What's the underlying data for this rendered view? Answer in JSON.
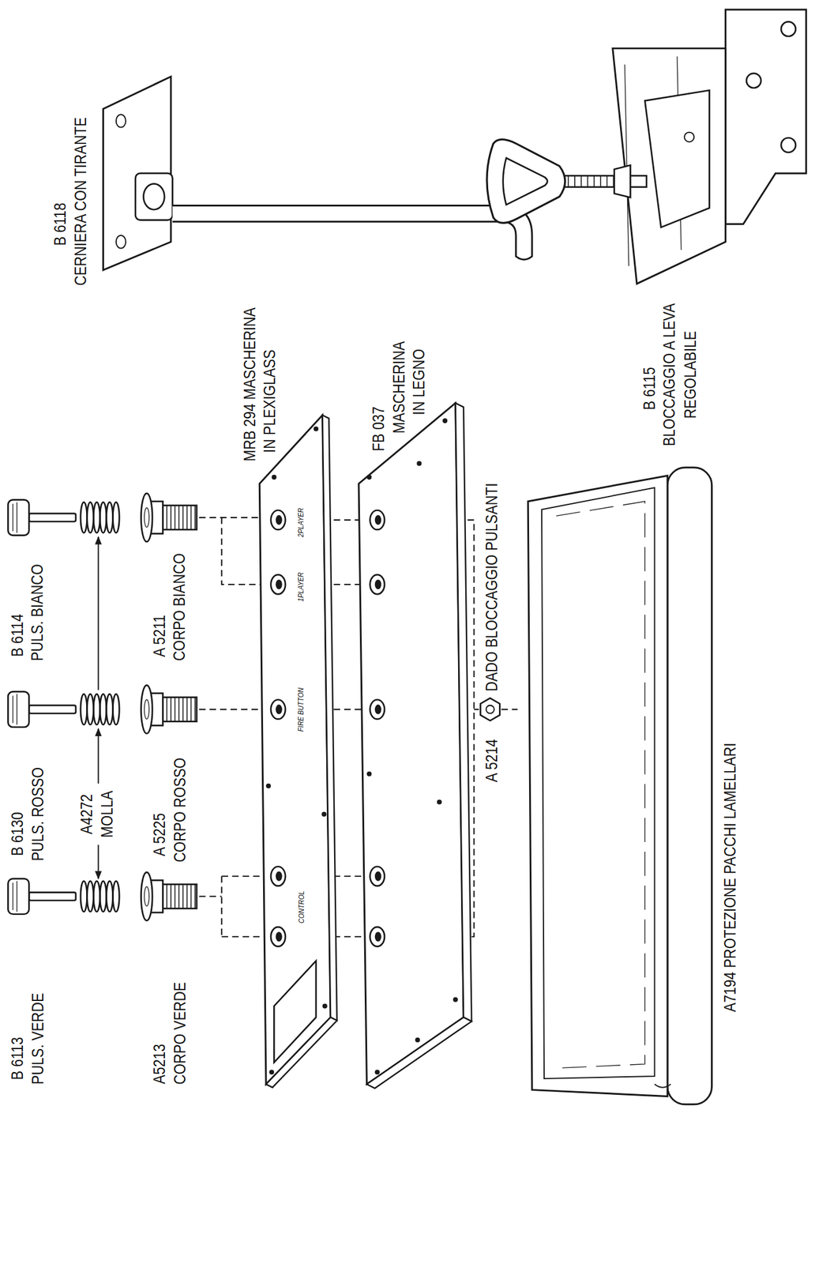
{
  "diagram": {
    "labels": [
      "B 6113",
      "PULS. VERDE",
      "A5213",
      "CORPO VERDE",
      "A4272",
      "MOLLA",
      "B 6130",
      "PULS. ROSSO",
      "A 5225",
      "CORPO ROSSO",
      "B 6114",
      "PULS. BIANCO",
      "A 5211",
      "CORPO BIANCO",
      "MRB 294 MASCHERINA",
      "IN PLEXIGLASS",
      "FB 037",
      "MASCHERINA",
      "IN LEGNO",
      "A 5214",
      "DADO BLOCCAGGIO PULSANTI",
      "A7194 PROTEZIONE PACCHI LAMELLARI",
      "B 6118",
      "CERNIERA CON TIRANTE",
      "B 6115",
      "BLOCCAGGIO A LEVA",
      "REGOLABILE",
      "1PLAYER",
      "2PLAYER",
      "FIRE BUTTON",
      "CONTROL"
    ]
  }
}
